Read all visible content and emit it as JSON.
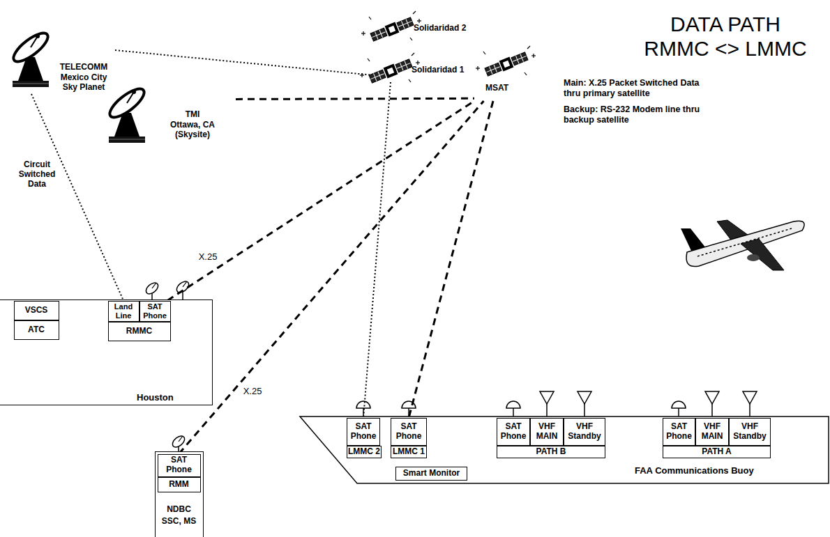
{
  "diagram": {
    "title": "DATA PATH RMMC <> LMMC",
    "nodes": [
      {
        "text": [
          "Houston"
        ]
      },
      {
        "text": [
          "VSCS"
        ],
        "in": 0
      },
      {
        "text": [
          "ATC"
        ],
        "in": 0
      },
      {
        "text": [
          "Land Line"
        ],
        "in": 0
      },
      {
        "text": [
          "SAT Phone"
        ],
        "in": 0
      },
      {
        "text": [
          "RMMC"
        ],
        "in": 0
      },
      {
        "text": [
          "TELECOMM",
          "Mexico City Sky Planet"
        ]
      },
      {
        "text": [
          "TMI",
          "Ottawa, CA (Skysite)"
        ]
      },
      {
        "text": [
          "Solidaridad 2"
        ]
      },
      {
        "text": [
          "Solidaridad 1"
        ]
      },
      {
        "text": [
          "MSAT"
        ]
      },
      {
        "text": [
          "NDBC",
          "SSC, MS"
        ]
      },
      {
        "text": [
          "SAT Phone"
        ],
        "in": 11
      },
      {
        "text": [
          "RMM"
        ],
        "in": 11
      },
      {
        "text": [
          "FAA Communications Buoy"
        ]
      },
      {
        "text": [
          "SAT Phone"
        ],
        "in": 14
      },
      {
        "text": [
          "LMMC 2"
        ],
        "in": 14
      },
      {
        "text": [
          "SAT Phone"
        ],
        "in": 14
      },
      {
        "text": [
          "LMMC 1"
        ],
        "in": 14
      },
      {
        "text": [
          "Smart Monitor"
        ],
        "in": 14
      },
      {
        "text": [
          "SAT Phone"
        ],
        "in": 14
      },
      {
        "text": [
          "VHF MAIN"
        ],
        "in": 14
      },
      {
        "text": [
          "VHF Standby"
        ],
        "in": 14
      },
      {
        "text": [
          "PATH B"
        ],
        "in": 14
      },
      {
        "text": [
          "SAT Phone"
        ],
        "in": 14
      },
      {
        "text": [
          "VHF MAIN"
        ],
        "in": 14
      },
      {
        "text": [
          "VHF Standby"
        ],
        "in": 14
      },
      {
        "text": [
          "PATH A"
        ],
        "in": 14
      }
    ],
    "edges": [
      {
        "from": 6,
        "to": 9,
        "arrow": "none"
      },
      {
        "from": 6,
        "to": 3,
        "label": "Circuit Switched Data",
        "arrow": "none"
      },
      {
        "from": 7,
        "to": 10,
        "arrow": "none"
      },
      {
        "from": 4,
        "to": 10,
        "label": "X.25",
        "arrow": "none"
      },
      {
        "from": 12,
        "to": 10,
        "label": "X.25",
        "arrow": "none"
      },
      {
        "from": 9,
        "to": 15,
        "arrow": "none"
      },
      {
        "from": 10,
        "to": 17,
        "arrow": "none"
      },
      {
        "from": 2,
        "to": 5,
        "arrow": "none"
      },
      {
        "from": 18,
        "to": 19,
        "arrow": "none"
      },
      {
        "from": 23,
        "to": 27,
        "arrow": "none"
      }
    ],
    "labels": [
      "Main: X.25 Packet Switched Data thru primary satellite",
      "Backup: RS-232 Modem line thru backup satellite"
    ]
  }
}
